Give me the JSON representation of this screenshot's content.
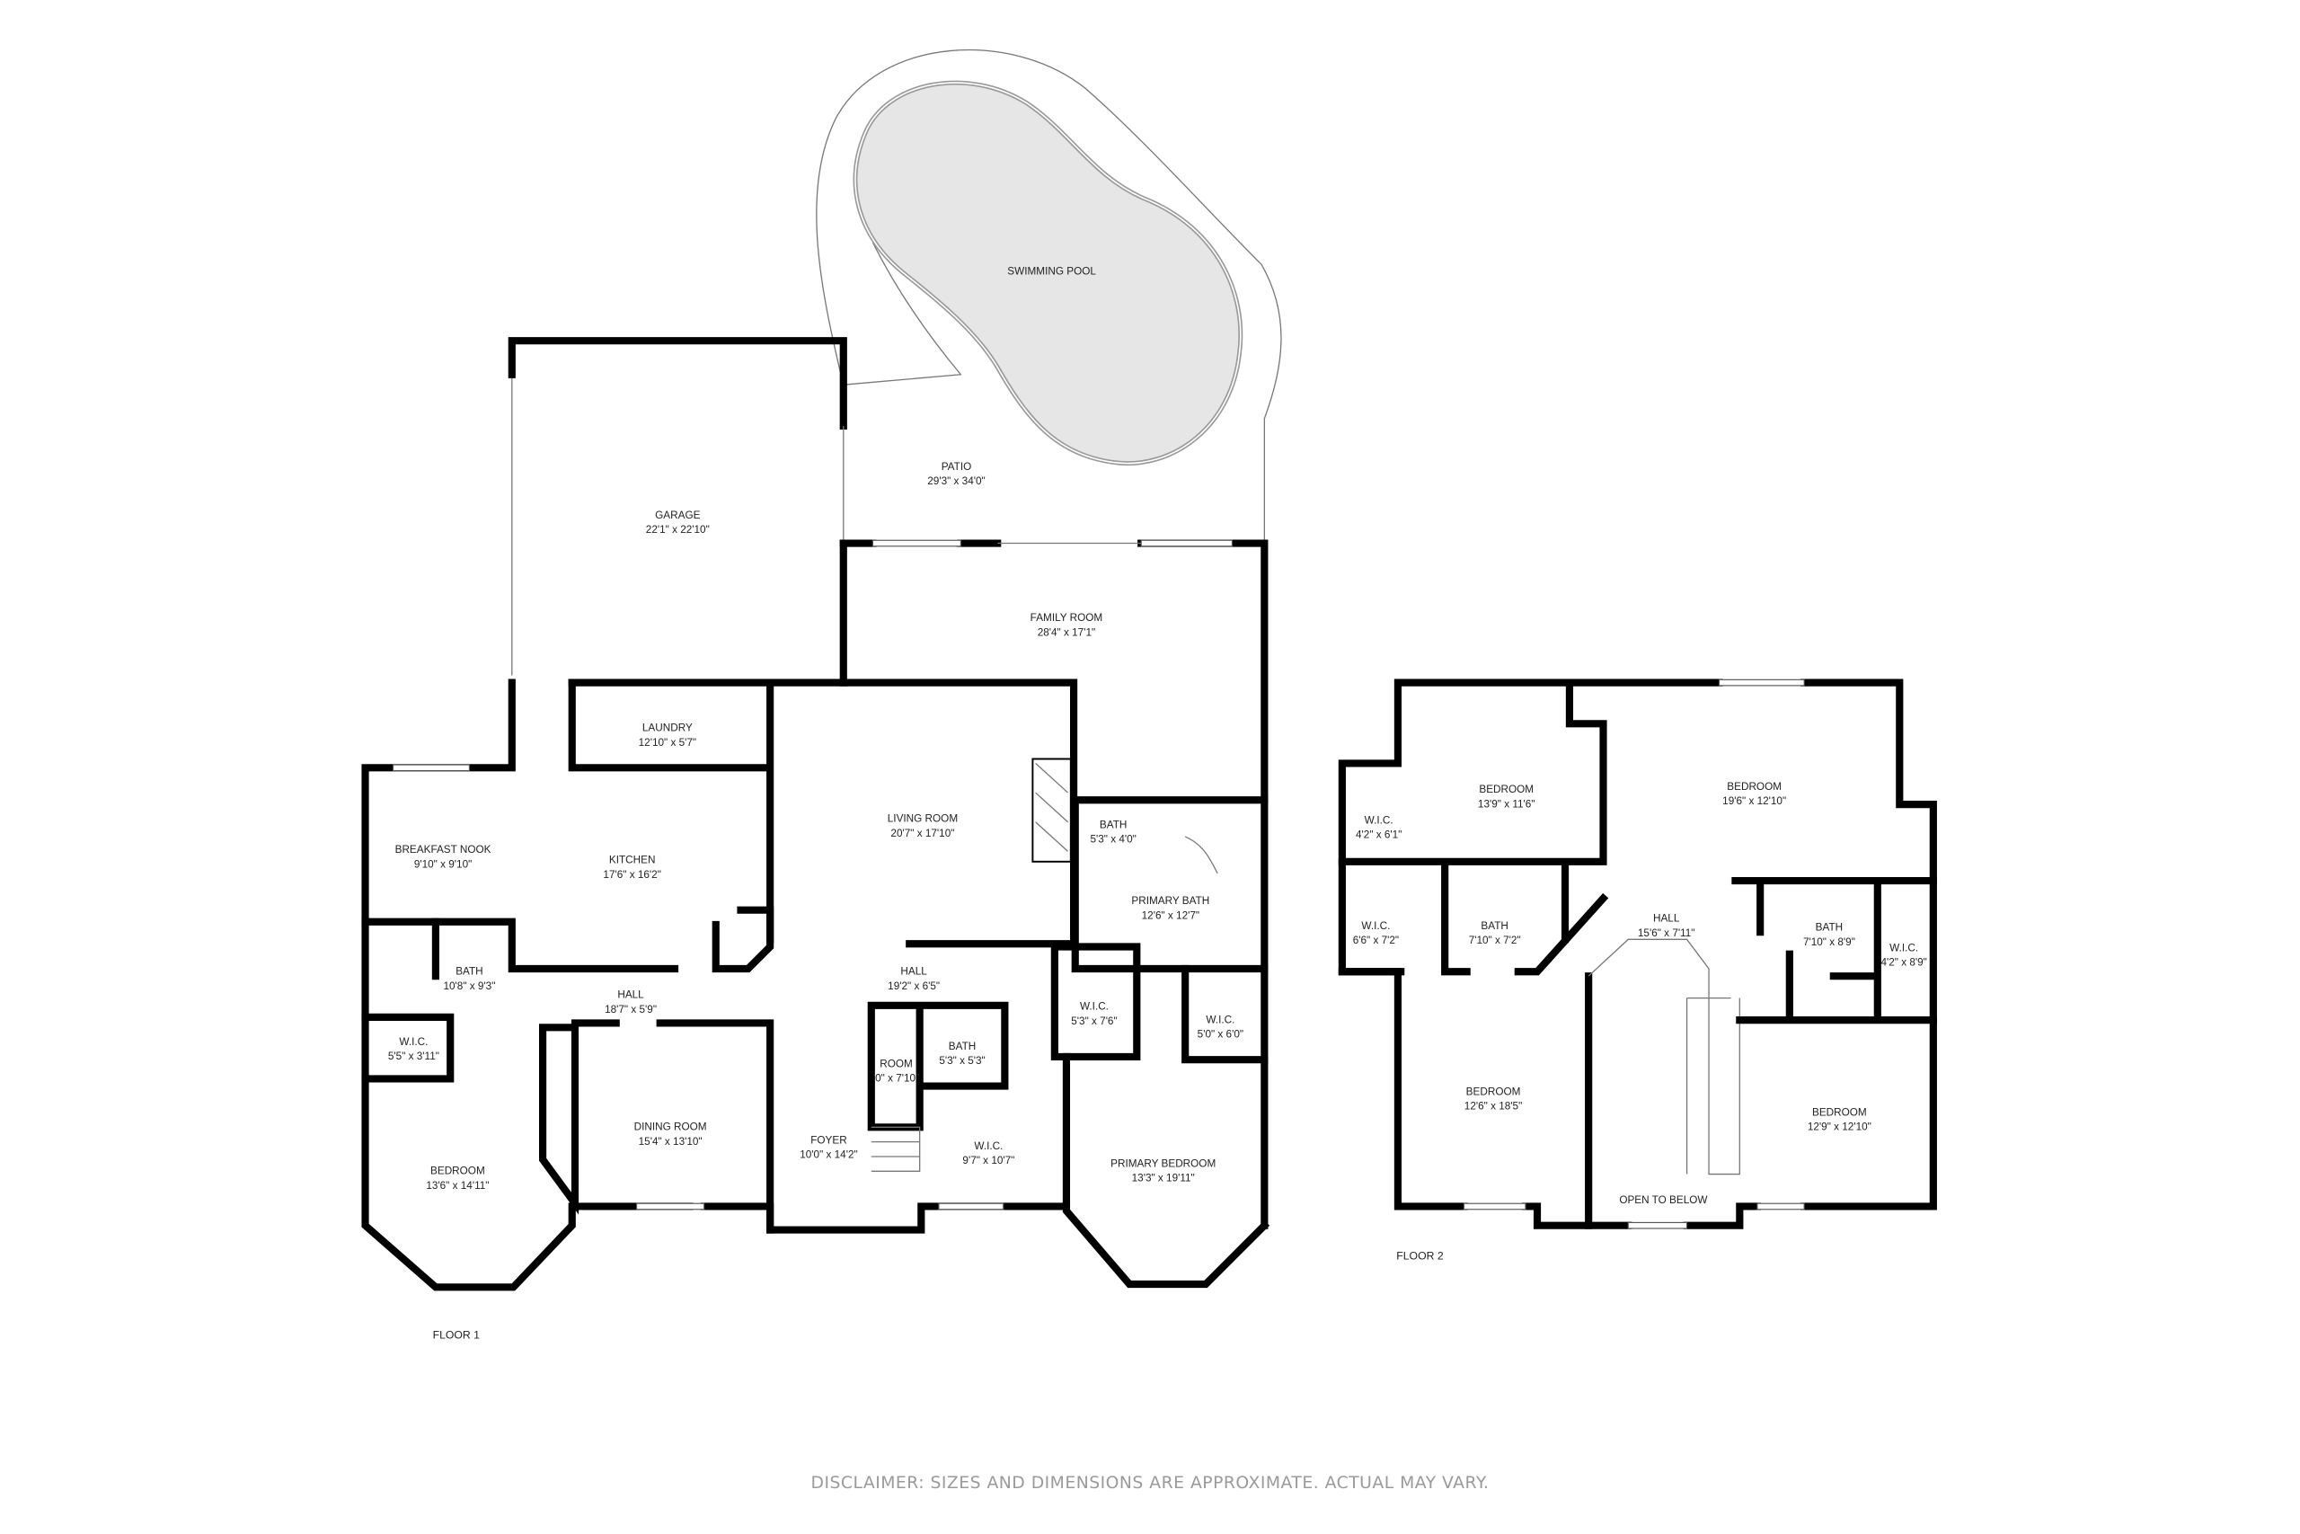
{
  "floors": [
    {
      "label": "FLOOR 1",
      "rooms": [
        {
          "name": "SWIMMING POOL",
          "dims": ""
        },
        {
          "name": "PATIO",
          "dims": "29'3\" x 34'0\""
        },
        {
          "name": "GARAGE",
          "dims": "22'1\" x 22'10\""
        },
        {
          "name": "FAMILY ROOM",
          "dims": "28'4\" x 17'1\""
        },
        {
          "name": "LAUNDRY",
          "dims": "12'10\" x 5'7\""
        },
        {
          "name": "LIVING ROOM",
          "dims": "20'7\" x 17'10\""
        },
        {
          "name": "BATH",
          "dims": "5'3\" x 4'0\""
        },
        {
          "name": "BREAKFAST NOOK",
          "dims": "9'10\" x 9'10\""
        },
        {
          "name": "KITCHEN",
          "dims": "17'6\" x 16'2\""
        },
        {
          "name": "PRIMARY BATH",
          "dims": "12'6\" x 12'7\""
        },
        {
          "name": "BATH",
          "dims": "10'8\" x 9'3\""
        },
        {
          "name": "HALL",
          "dims": "18'7\" x 5'9\""
        },
        {
          "name": "HALL",
          "dims": "19'2\" x 6'5\""
        },
        {
          "name": "W.I.C.",
          "dims": "5'3\" x 7'6\""
        },
        {
          "name": "W.I.C.",
          "dims": "5'0\" x 6'0\""
        },
        {
          "name": "W.I.C.",
          "dims": "5'5\" x 3'11\""
        },
        {
          "name": "ROOM",
          "dims": "'0\" x 7'10\""
        },
        {
          "name": "BATH",
          "dims": "5'3\" x 5'3\""
        },
        {
          "name": "DINING ROOM",
          "dims": "15'4\" x 13'10\""
        },
        {
          "name": "FOYER",
          "dims": "10'0\" x 14'2\""
        },
        {
          "name": "W.I.C.",
          "dims": "9'7\" x 10'7\""
        },
        {
          "name": "PRIMARY BEDROOM",
          "dims": "13'3\" x 19'11\""
        },
        {
          "name": "BEDROOM",
          "dims": "13'6\" x 14'11\""
        }
      ]
    },
    {
      "label": "FLOOR 2",
      "rooms": [
        {
          "name": "BEDROOM",
          "dims": "13'9\" x 11'6\""
        },
        {
          "name": "BEDROOM",
          "dims": "19'6\" x 12'10\""
        },
        {
          "name": "W.I.C.",
          "dims": "4'2\" x 6'1\""
        },
        {
          "name": "W.I.C.",
          "dims": "6'6\" x 7'2\""
        },
        {
          "name": "BATH",
          "dims": "7'10\" x 7'2\""
        },
        {
          "name": "HALL",
          "dims": "15'6\" x 7'11\""
        },
        {
          "name": "BATH",
          "dims": "7'10\" x 8'9\""
        },
        {
          "name": "W.I.C.",
          "dims": "4'2\" x 8'9\""
        },
        {
          "name": "BEDROOM",
          "dims": "12'6\" x 18'5\""
        },
        {
          "name": "BEDROOM",
          "dims": "12'9\" x 12'10\""
        },
        {
          "name": "OPEN TO BELOW",
          "dims": ""
        }
      ]
    }
  ],
  "disclaimer": "DISCLAIMER: SIZES AND DIMENSIONS ARE APPROXIMATE. ACTUAL MAY VARY.",
  "colors": {
    "wall": "#000000",
    "pool": "#e6e6e6"
  }
}
